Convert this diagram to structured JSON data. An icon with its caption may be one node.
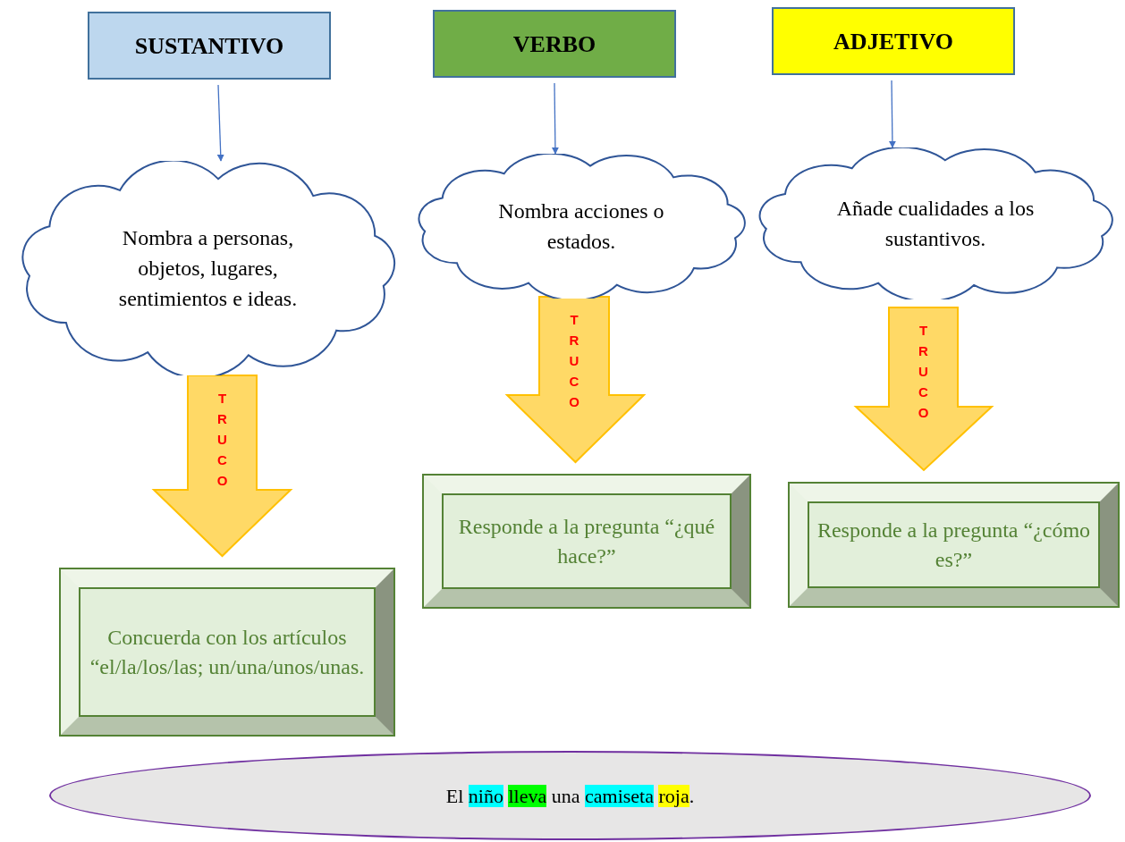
{
  "diagram": {
    "nodes": [
      {
        "text": [
          "SUSTANTIVO"
        ]
      },
      {
        "text": [
          "VERBO"
        ]
      },
      {
        "text": [
          "ADJETIVO"
        ]
      },
      {
        "text": [
          "Nombra a personas, objetos, lugares, sentimientos e ideas."
        ]
      },
      {
        "text": [
          "Nombra acciones o estados."
        ]
      },
      {
        "text": [
          "Añade cualidades a los sustantivos."
        ]
      },
      {
        "text": [
          "Concuerda con los artículos “el/la/los/las; un/una/unos/unas."
        ]
      },
      {
        "text": [
          "Responde a la pregunta “¿qué hace?”"
        ]
      },
      {
        "text": [
          "Responde a la pregunta “¿cómo es?”"
        ]
      },
      {
        "text": [
          "El niño lleva una camiseta roja."
        ]
      }
    ],
    "edges": [
      {
        "from": 0,
        "to": 3,
        "arrow": "to"
      },
      {
        "from": 1,
        "to": 4,
        "arrow": "to"
      },
      {
        "from": 2,
        "to": 5,
        "arrow": "to"
      },
      {
        "from": 3,
        "to": 6,
        "arrow": "to",
        "label": "TRUCO",
        "style": "thick",
        "color": "#ffd966"
      },
      {
        "from": 4,
        "to": 7,
        "arrow": "to",
        "label": "TRUCO",
        "style": "thick",
        "color": "#ffd966"
      },
      {
        "from": 5,
        "to": 8,
        "arrow": "to",
        "label": "TRUCO",
        "style": "thick",
        "color": "#ffd966"
      }
    ]
  }
}
